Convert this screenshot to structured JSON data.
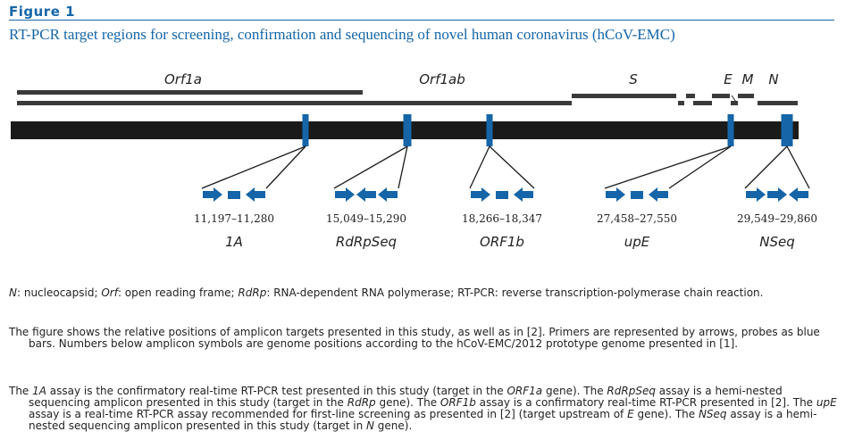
{
  "figure": {
    "label": "Figure 1",
    "title": "RT-PCR target regions for screening, confirmation and sequencing of novel human coronavirus (hCoV-EMC)"
  },
  "genes": {
    "orf1a": "Orf1a",
    "orf1ab": "Orf1ab",
    "s": "S",
    "e": "E",
    "m": "M",
    "n": "N"
  },
  "assays": [
    {
      "name": "1A",
      "positions": "11,197–11,280",
      "arrows": [
        "right",
        "probe",
        "left"
      ]
    },
    {
      "name": "RdRpSeq",
      "positions": "15,049–15,290",
      "arrows": [
        "right",
        "left",
        "left"
      ]
    },
    {
      "name": "ORF1b",
      "positions": "18,266–18,347",
      "arrows": [
        "right",
        "probe",
        "left"
      ]
    },
    {
      "name": "upE",
      "positions": "27,458–27,550",
      "arrows": [
        "right",
        "probe",
        "left"
      ]
    },
    {
      "name": "NSeq",
      "positions": "29,549–29,860",
      "arrows": [
        "right",
        "right",
        "left"
      ]
    }
  ],
  "colors": {
    "accent": "#1565a8",
    "genome": "#1a1a1a",
    "gene_bar": "#3a3a3a"
  },
  "caption": {
    "abbr_parts": [
      {
        "text": "N",
        "italic": true
      },
      {
        "text": ": nucleocapsid; ",
        "italic": false
      },
      {
        "text": "Orf",
        "italic": true
      },
      {
        "text": ": open reading frame; ",
        "italic": false
      },
      {
        "text": "RdRp",
        "italic": true
      },
      {
        "text": ": RNA-dependent RNA polymerase; RT-PCR: reverse transcription-polymerase chain reaction.",
        "italic": false
      }
    ],
    "desc1_parts": [
      {
        "text": "The figure shows the relative positions of amplicon targets presented in this study, as well as in [2]. Primers are represented by arrows, probes as blue bars. Numbers below amplicon symbols are genome positions according to the hCoV-EMC/2012 prototype genome presented in [1].",
        "italic": false
      }
    ],
    "desc2_parts": [
      {
        "text": "The ",
        "italic": false
      },
      {
        "text": "1A",
        "italic": true
      },
      {
        "text": " assay is the confirmatory real-time RT-PCR test presented in this study (target in the ",
        "italic": false
      },
      {
        "text": "ORF1a",
        "italic": true
      },
      {
        "text": " gene). The ",
        "italic": false
      },
      {
        "text": "RdRpSeq",
        "italic": true
      },
      {
        "text": " assay is a hemi-nested sequencing amplicon presented in this study (target in the ",
        "italic": false
      },
      {
        "text": "RdRp",
        "italic": true
      },
      {
        "text": " gene). The ",
        "italic": false
      },
      {
        "text": "ORF1b",
        "italic": true
      },
      {
        "text": " assay is a confirmatory real-time RT-PCR presented in [2]. The ",
        "italic": false
      },
      {
        "text": "upE",
        "italic": true
      },
      {
        "text": " assay is a real-time RT-PCR assay recommended for first-line screening as presented in [2] (target upstream of ",
        "italic": false
      },
      {
        "text": "E",
        "italic": true
      },
      {
        "text": " gene). The ",
        "italic": false
      },
      {
        "text": "NSeq",
        "italic": true
      },
      {
        "text": " assay is a hemi-nested sequencing amplicon presented in this study (target in ",
        "italic": false
      },
      {
        "text": "N",
        "italic": true
      },
      {
        "text": " gene).",
        "italic": false
      }
    ]
  }
}
